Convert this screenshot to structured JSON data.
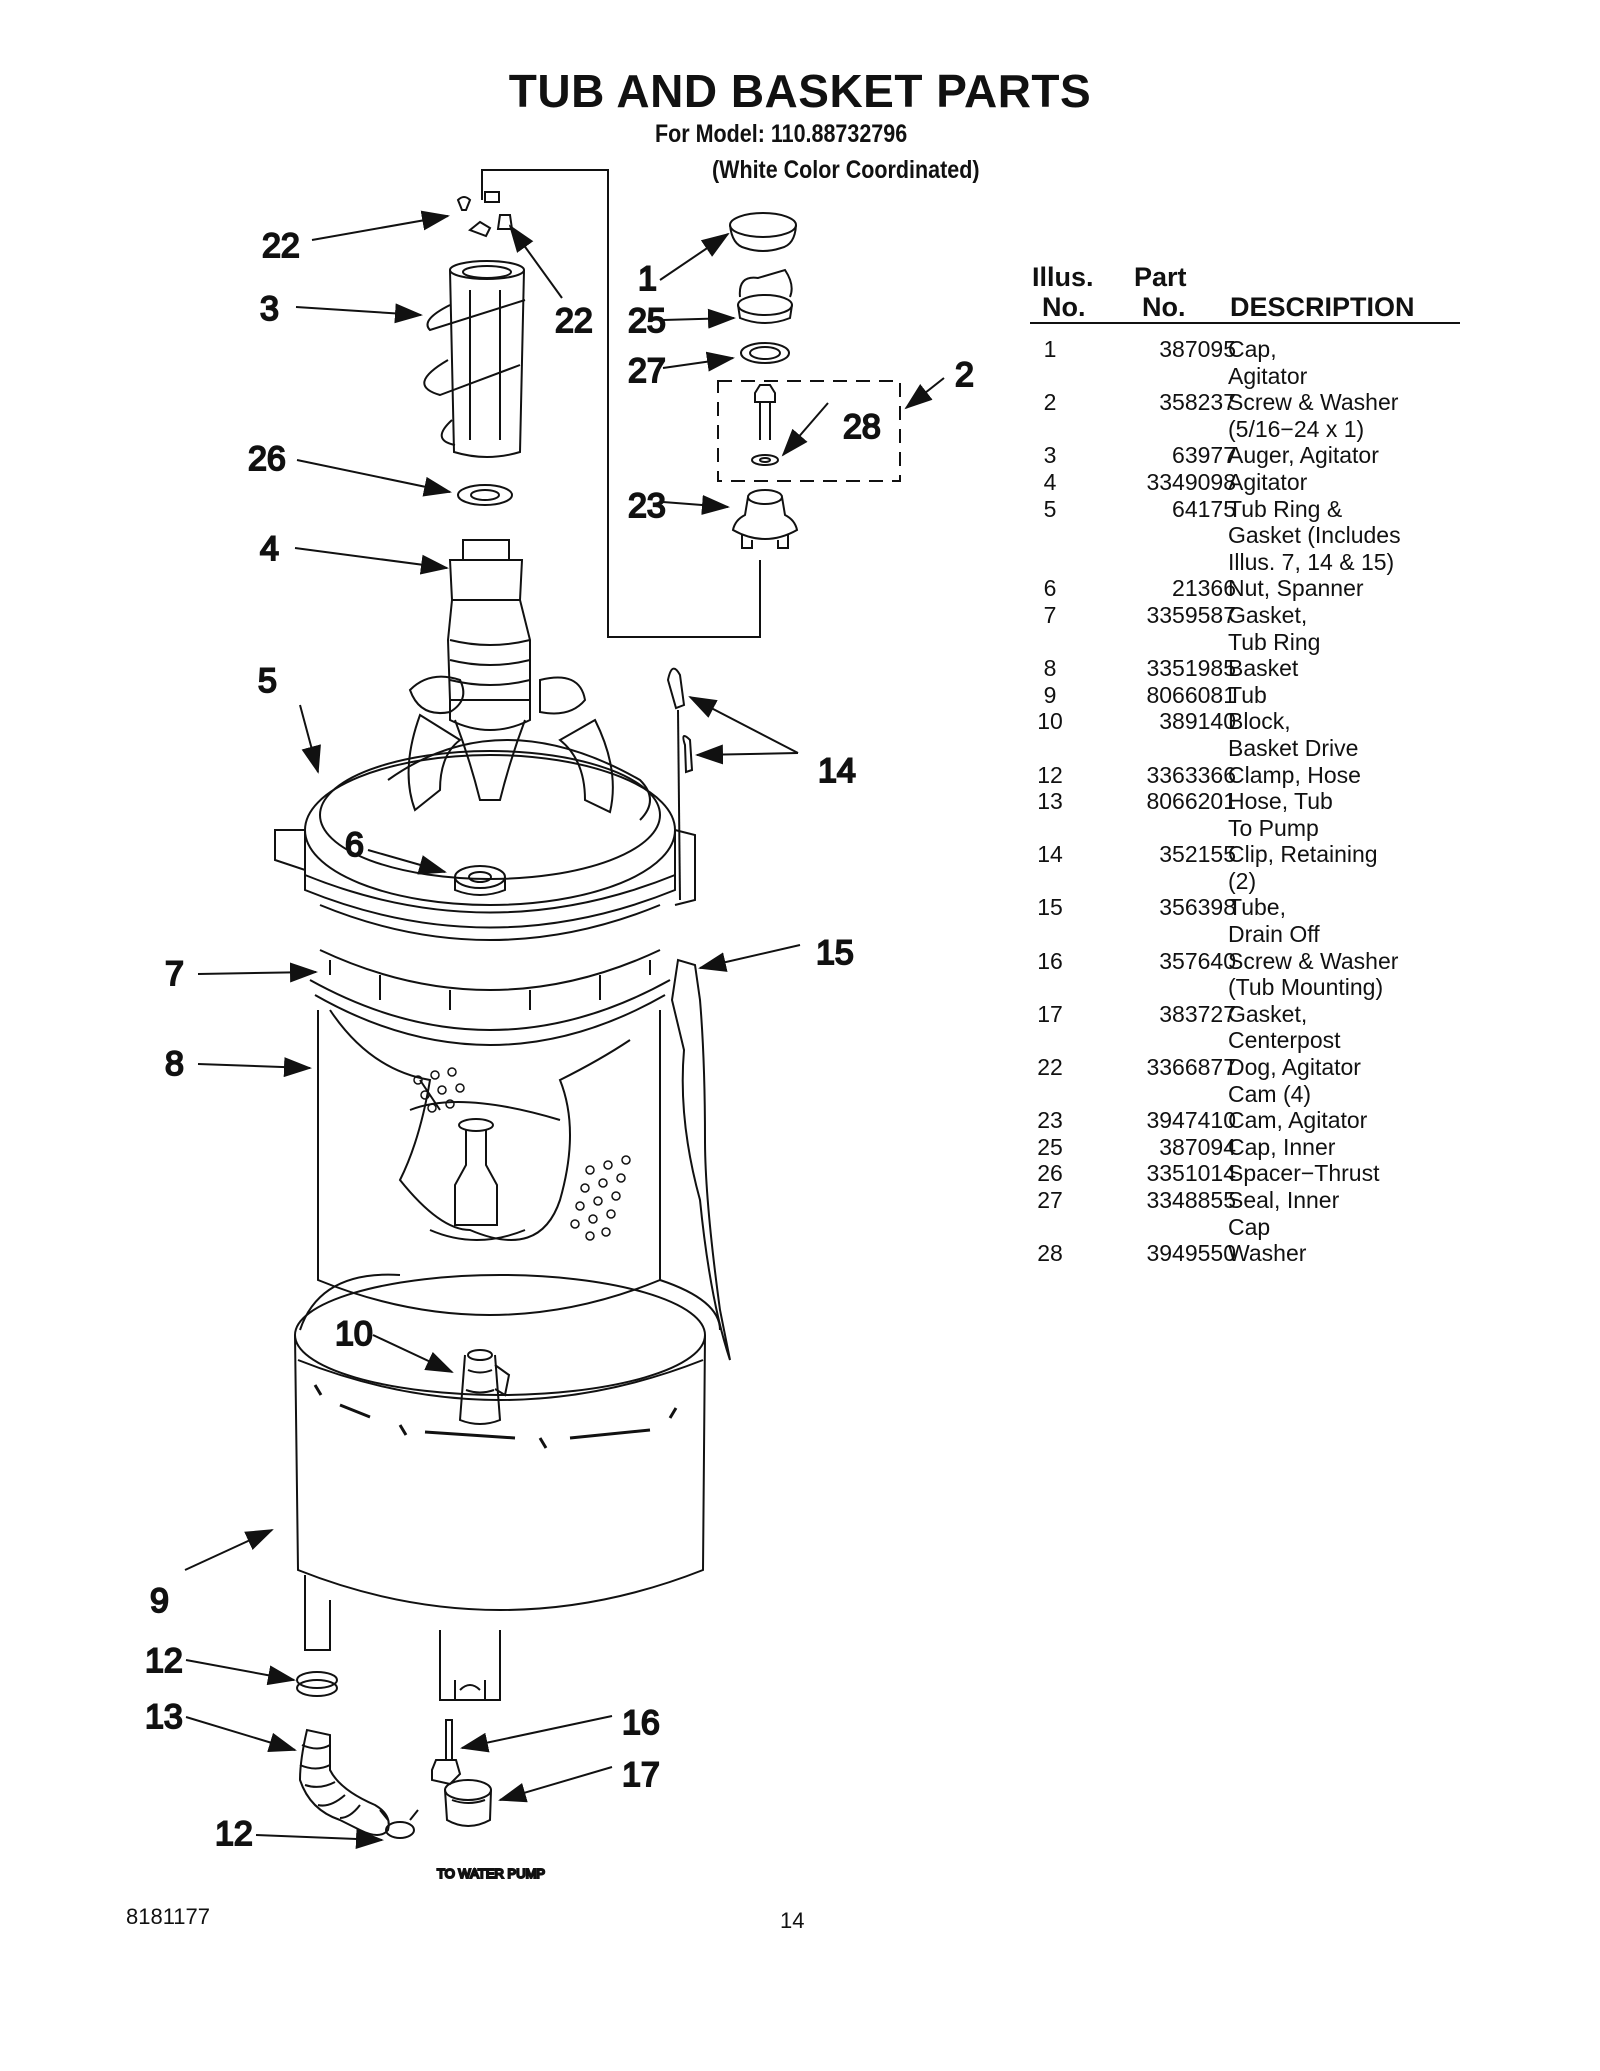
{
  "header": {
    "title": "TUB AND BASKET PARTS",
    "model_line": "For Model: 110.88732796",
    "color_line": "(White Color Coordinated)"
  },
  "table": {
    "headers": {
      "illus_top": "Illus.",
      "illus_bottom": "No.",
      "part_top": "Part",
      "part_bottom": "No.",
      "description": "DESCRIPTION"
    },
    "rows": [
      {
        "illus": "1",
        "part": "387095",
        "desc": "Cap,\nAgitator"
      },
      {
        "illus": "2",
        "part": "358237",
        "desc": "Screw & Washer\n(5/16−24 x 1)"
      },
      {
        "illus": "3",
        "part": "63977",
        "desc": "Auger, Agitator"
      },
      {
        "illus": "4",
        "part": "3349098",
        "desc": "Agitator"
      },
      {
        "illus": "5",
        "part": "64175",
        "desc": "Tub Ring &\nGasket (Includes\nIllus. 7, 14 & 15)"
      },
      {
        "illus": "6",
        "part": "21366",
        "desc": "Nut, Spanner"
      },
      {
        "illus": "7",
        "part": "3359587",
        "desc": "Gasket,\nTub Ring"
      },
      {
        "illus": "8",
        "part": "3351985",
        "desc": "Basket"
      },
      {
        "illus": "9",
        "part": "8066081",
        "desc": "Tub"
      },
      {
        "illus": "10",
        "part": "389140",
        "desc": "Block,\nBasket Drive"
      },
      {
        "illus": "12",
        "part": "3363366",
        "desc": "Clamp, Hose"
      },
      {
        "illus": "13",
        "part": "8066201",
        "desc": "Hose, Tub\nTo Pump"
      },
      {
        "illus": "14",
        "part": "352155",
        "desc": "Clip, Retaining\n(2)"
      },
      {
        "illus": "15",
        "part": "356398",
        "desc": "Tube,\nDrain Off"
      },
      {
        "illus": "16",
        "part": "357640",
        "desc": "Screw & Washer\n(Tub Mounting)"
      },
      {
        "illus": "17",
        "part": "383727",
        "desc": "Gasket,\nCenterpost"
      },
      {
        "illus": "22",
        "part": "3366877",
        "desc": "Dog, Agitator\nCam (4)"
      },
      {
        "illus": "23",
        "part": "3947410",
        "desc": "Cam, Agitator"
      },
      {
        "illus": "25",
        "part": "387094",
        "desc": "Cap, Inner"
      },
      {
        "illus": "26",
        "part": "3351014",
        "desc": "Spacer−Thrust"
      },
      {
        "illus": "27",
        "part": "3348855",
        "desc": "Seal, Inner\nCap"
      },
      {
        "illus": "28",
        "part": "3949550",
        "desc": "Washer"
      }
    ]
  },
  "diagram": {
    "callouts": {
      "c1": "1",
      "c2": "2",
      "c3": "3",
      "c4": "4",
      "c5": "5",
      "c6": "6",
      "c7": "7",
      "c8": "8",
      "c9": "9",
      "c10": "10",
      "c12a": "12",
      "c12b": "12",
      "c13": "13",
      "c14": "14",
      "c15": "15",
      "c16": "16",
      "c17": "17",
      "c22a": "22",
      "c22b": "22",
      "c23": "23",
      "c25": "25",
      "c26": "26",
      "c27": "27",
      "c28": "28"
    },
    "to_water_pump": "TO WATER PUMP"
  },
  "footer": {
    "doc_number": "8181177",
    "page": "14"
  }
}
